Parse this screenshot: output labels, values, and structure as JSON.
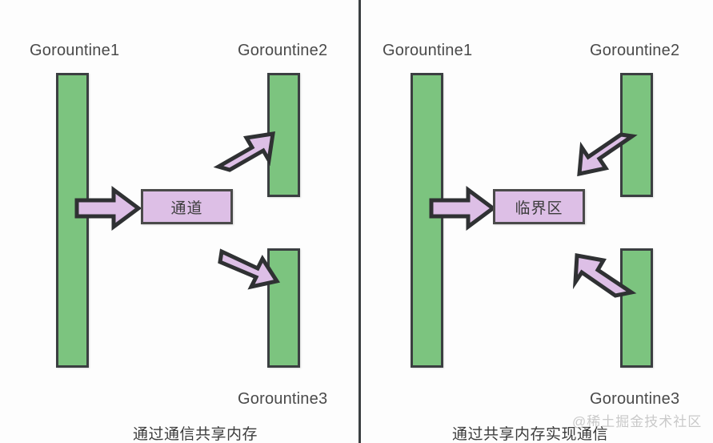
{
  "figure": {
    "title_left": "通过通信共享内存",
    "title_right": "通过共享内存实现通信",
    "watermark": "@稀土掘金技术社区",
    "colors": {
      "goroutine_fill": "#7cc47f",
      "goroutine_border": "#3b3f41",
      "box_fill": "#ddbfe6",
      "box_border": "#4a4a4a",
      "arrow_fill": "#ddbfe6",
      "arrow_border": "#2f3133",
      "background": "#fdfdfd",
      "divider": "#3b3f41",
      "label_text": "#4a4a4a",
      "caption_text": "#3c3c3c",
      "watermark_text": "#c9c9c9"
    }
  },
  "panels": [
    {
      "id": "left",
      "caption": "通过通信共享内存",
      "center_box": "通道",
      "labels": {
        "goroutine1": "Gorountine1",
        "goroutine2": "Gorountine2",
        "goroutine3": "Gorountine3"
      },
      "arrows": [
        {
          "name": "arrow-g1-to-channel",
          "direction": "right",
          "from": "Gorountine1",
          "to": "通道"
        },
        {
          "name": "arrow-channel-to-g2",
          "direction": "up-right",
          "from": "通道",
          "to": "Gorountine2"
        },
        {
          "name": "arrow-channel-to-g3",
          "direction": "down-right",
          "from": "通道",
          "to": "Gorountine3"
        }
      ]
    },
    {
      "id": "right",
      "caption": "通过共享内存实现通信",
      "center_box": "临界区",
      "labels": {
        "goroutine1": "Gorountine1",
        "goroutine2": "Gorountine2",
        "goroutine3": "Gorountine3"
      },
      "arrows": [
        {
          "name": "arrow-g1-to-critical",
          "direction": "right",
          "from": "Gorountine1",
          "to": "临界区"
        },
        {
          "name": "arrow-g2-to-critical",
          "direction": "down-left",
          "from": "Gorountine2",
          "to": "临界区"
        },
        {
          "name": "arrow-g3-to-critical",
          "direction": "up-left",
          "from": "Gorountine3",
          "to": "临界区"
        }
      ]
    }
  ],
  "chart_data": {
    "type": "diagram",
    "title": "Go concurrency models: share memory by communicating vs. communicate by sharing memory",
    "panels": 2,
    "panel_left": {
      "caption": "通过通信共享内存",
      "hub": "通道",
      "actors": [
        "Gorountine1",
        "Gorountine2",
        "Gorountine3"
      ],
      "flows": [
        {
          "from": "Gorountine1",
          "to": "通道"
        },
        {
          "from": "通道",
          "to": "Gorountine2"
        },
        {
          "from": "通道",
          "to": "Gorountine3"
        }
      ]
    },
    "panel_right": {
      "caption": "通过共享内存实现通信",
      "hub": "临界区",
      "actors": [
        "Gorountine1",
        "Gorountine2",
        "Gorountine3"
      ],
      "flows": [
        {
          "from": "Gorountine1",
          "to": "临界区"
        },
        {
          "from": "Gorountine2",
          "to": "临界区"
        },
        {
          "from": "Gorountine3",
          "to": "临界区"
        }
      ]
    }
  }
}
